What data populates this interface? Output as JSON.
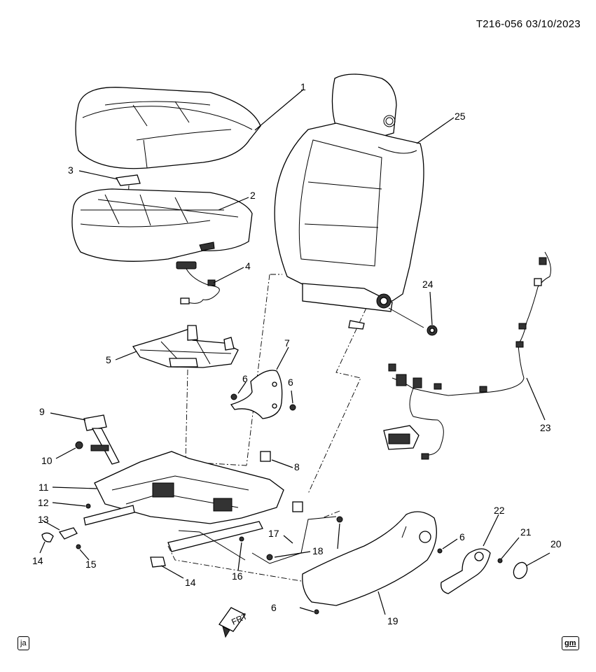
{
  "header": {
    "diagram_code": "T216-056",
    "date": "03/10/2023"
  },
  "corner_marks": {
    "bottom_left": "ja",
    "bottom_right": "gm"
  },
  "direction_arrow": {
    "label": "FRT"
  },
  "callouts": [
    "1",
    "2",
    "3",
    "4",
    "5",
    "6",
    "6",
    "6",
    "6",
    "6",
    "7",
    "8",
    "9",
    "10",
    "11",
    "12",
    "13",
    "14",
    "14",
    "15",
    "16",
    "17",
    "18",
    "19",
    "20",
    "21",
    "22",
    "23",
    "24",
    "25"
  ]
}
